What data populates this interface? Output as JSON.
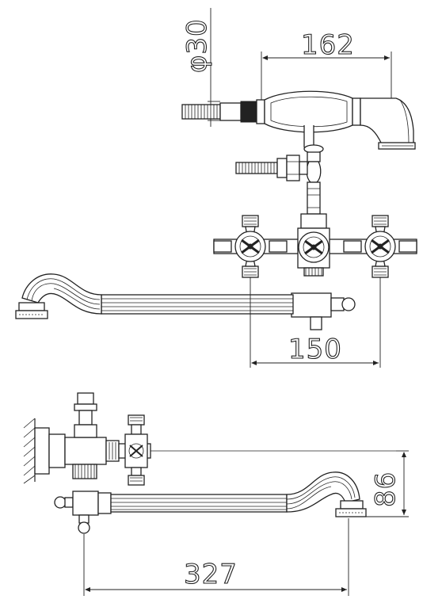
{
  "dimensions": {
    "hose_diameter": "φ30",
    "handshower_length": "162",
    "inlet_spacing": "150",
    "spout_reach": "327",
    "spout_height": "86"
  }
}
